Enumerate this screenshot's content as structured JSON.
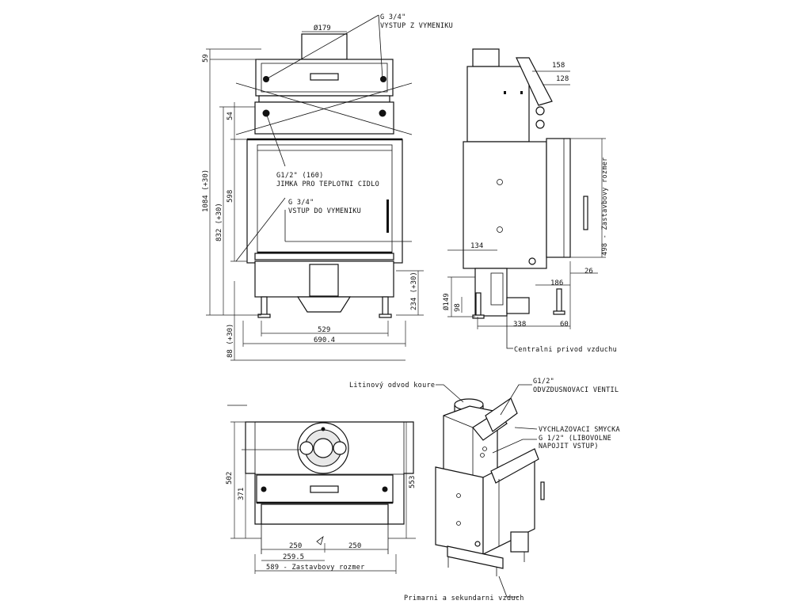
{
  "front_view": {
    "dim_pipe_diameter": "Ø179",
    "dim_top_offset": "59",
    "dim_54": "54",
    "dim_total_height": "1084 (+30)",
    "dim_832": "832 (+30)",
    "dim_598": "598",
    "dim_bottom": "88 (+30)",
    "dim_234": "234 (+30)",
    "dim_529": "529",
    "dim_690": "690.4",
    "label_outlet": [
      "G 3/4\"",
      "VYSTUP Z VYMENIKU"
    ],
    "label_sensor": [
      "G1/2\" (160)",
      "JIMKA PRO TEPLOTNI CIDLO"
    ],
    "label_inlet": [
      "G 3/4\"",
      "VSTUP DO VYMENIKU"
    ]
  },
  "side_view": {
    "dim_158": "158",
    "dim_128": "128",
    "dim_134": "134",
    "dim_186": "186",
    "dim_26": "26",
    "dim_149": "Ø149",
    "dim_98": "98",
    "dim_338": "338",
    "dim_60": "60",
    "dim_498": "498 - Zastavbovy rozmer",
    "label_air": "Centralni privod vzduchu"
  },
  "top_view": {
    "dim_502": "502",
    "dim_371": "371",
    "dim_553": "553",
    "dim_250_left": "250",
    "dim_250_right": "250",
    "dim_259": "259.5",
    "dim_589": "589 - Zastavbovy rozmer"
  },
  "iso_view": {
    "label_flue": "Litinový odvod koure",
    "label_vent": [
      "G1/2\"",
      "ODVZDUSNOVACI VENTIL"
    ],
    "label_loop": [
      "VYCHLAZOVACI SMYCKA",
      "G 1/2\" (LIBOVOLNE",
      "NAPOJIT VSTUP)"
    ],
    "label_primary": "Primarni a sekundarni vzduch"
  }
}
